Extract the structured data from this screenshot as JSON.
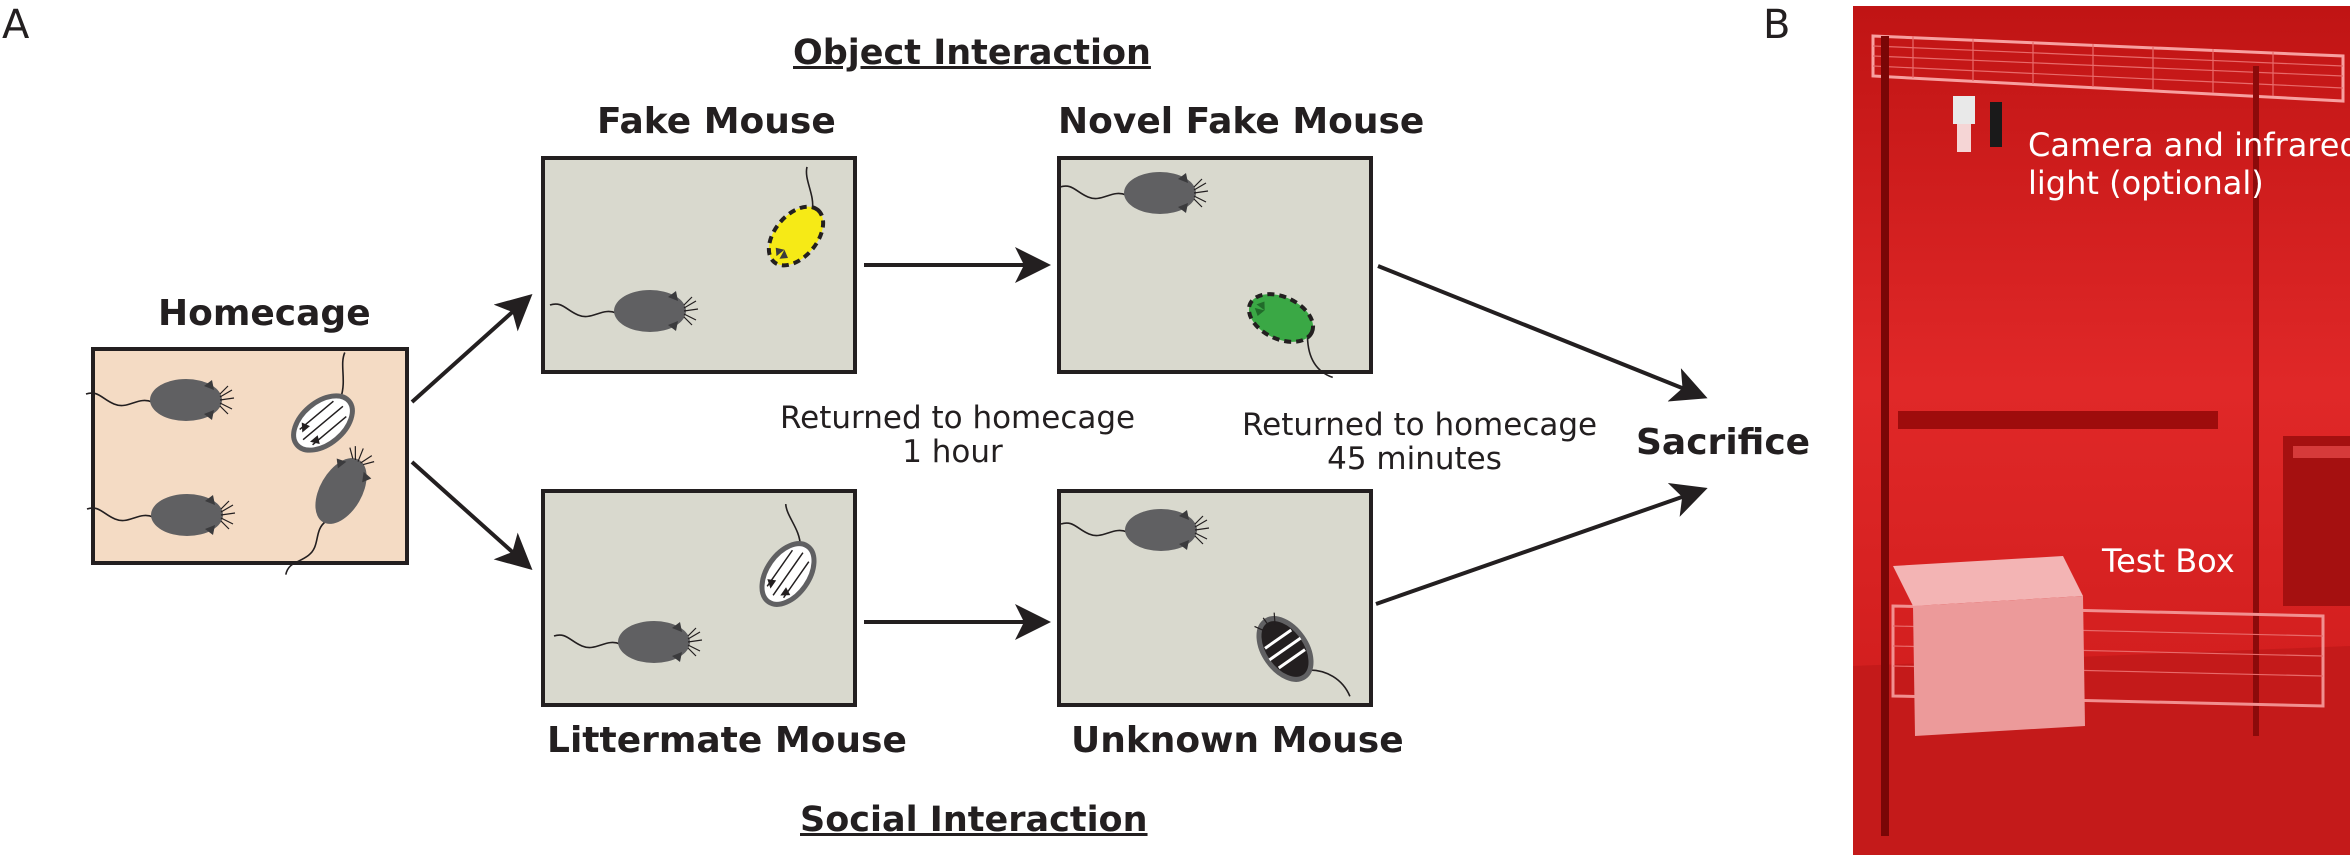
{
  "panels": {
    "a": "A",
    "b": "B"
  },
  "sections": {
    "object": "Object Interaction",
    "social": "Social Interaction"
  },
  "boxes": {
    "homecage": "Homecage",
    "fake_mouse": "Fake Mouse",
    "novel_fake_mouse": "Novel Fake Mouse",
    "littermate_mouse": "Littermate Mouse",
    "unknown_mouse": "Unknown Mouse"
  },
  "notes": {
    "return_1_line1": "Returned to homecage",
    "return_1_line2": "1 hour",
    "return_2_line1": "Returned to homecage",
    "return_2_line2": "45 minutes"
  },
  "endpoint": "Sacrifice",
  "photo": {
    "camera_line1": "Camera and infrared",
    "camera_line2": "light (optional)",
    "test_box": "Test Box"
  },
  "colors": {
    "mouse": "#606062",
    "fake_mouse_yellow": "#f6ea16",
    "novel_fake_green": "#3aa845",
    "arena": "#d9d9ce",
    "homecage": "#f4dbc4",
    "photo_red": "#d8201f"
  }
}
